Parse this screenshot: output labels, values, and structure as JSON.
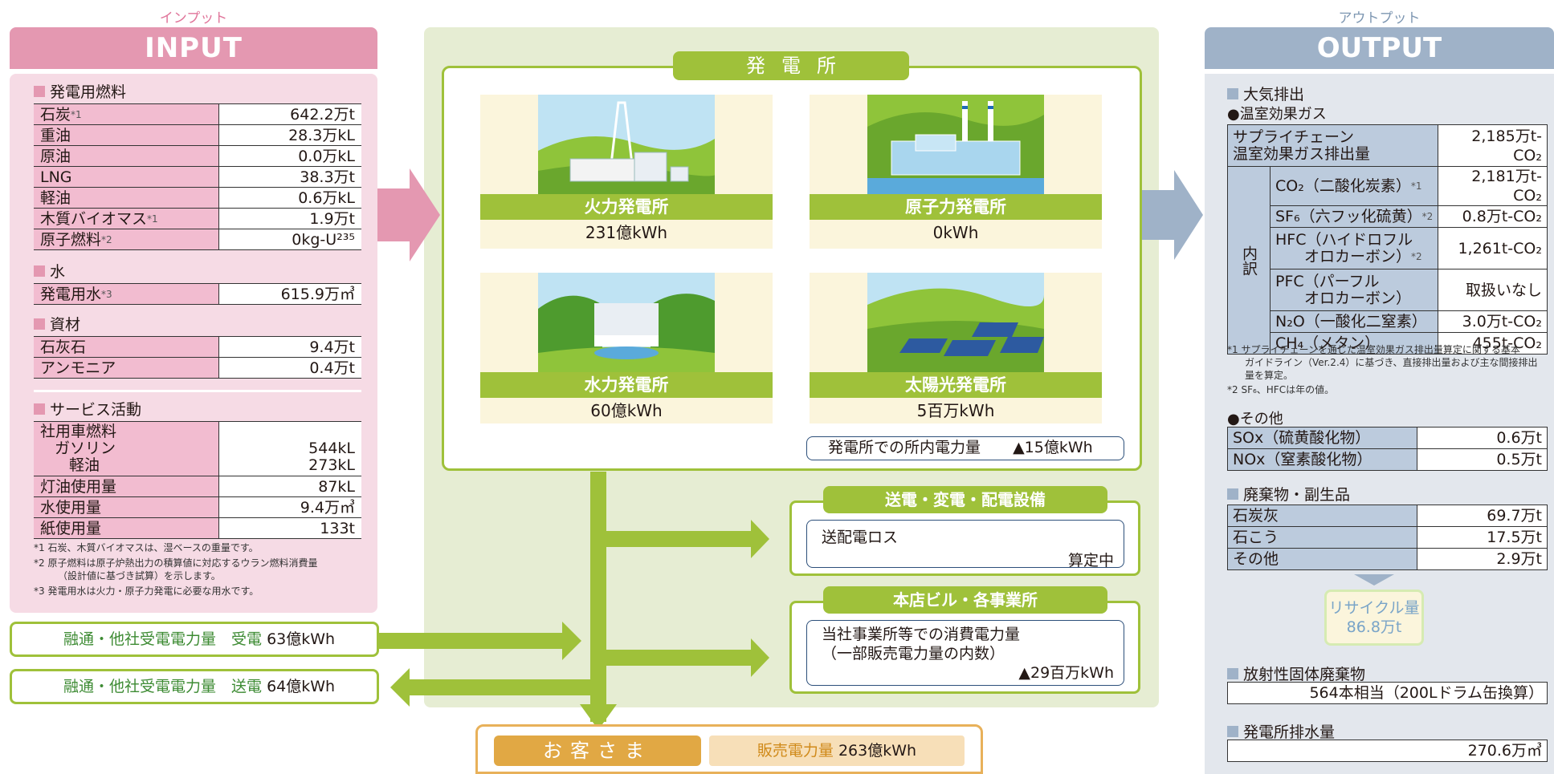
{
  "input": {
    "sub": "インプット",
    "title": "INPUT",
    "fuel": {
      "heading": "発電用燃料",
      "rows": [
        {
          "label": "石炭",
          "mark": "*1",
          "value": "642.2万t"
        },
        {
          "label": "重油",
          "mark": "",
          "value": "28.3万kL"
        },
        {
          "label": "原油",
          "mark": "",
          "value": "0.0万kL"
        },
        {
          "label": "LNG",
          "mark": "",
          "value": "38.3万t"
        },
        {
          "label": "軽油",
          "mark": "",
          "value": "0.6万kL"
        },
        {
          "label": "木質バイオマス",
          "mark": "*1",
          "value": "1.9万t"
        },
        {
          "label": "原子燃料",
          "mark": "*2",
          "value": "0kg-U²³⁵"
        }
      ]
    },
    "water": {
      "heading": "水",
      "rows": [
        {
          "label": "発電用水",
          "mark": "*3",
          "value": "615.9万㎥"
        }
      ]
    },
    "materials": {
      "heading": "資材",
      "rows": [
        {
          "label": "石灰石",
          "value": "9.4万t"
        },
        {
          "label": "アンモニア",
          "value": "0.4万t"
        }
      ]
    },
    "service": {
      "heading": "サービス活動",
      "car_label": "社用車燃料",
      "car_rows": [
        {
          "label": "ガソリン",
          "value": "544kL"
        },
        {
          "label": "軽油",
          "value": "273kL"
        }
      ],
      "rows": [
        {
          "label": "灯油使用量",
          "value": "87kL"
        },
        {
          "label": "水使用量",
          "value": "9.4万㎥"
        },
        {
          "label": "紙使用量",
          "value": "133t"
        }
      ]
    },
    "notes": [
      "*1  石炭、木質バイオマスは、湿ベースの重量です。",
      "*2  原子燃料は原子炉熱出力の積算値に対応するウラン燃料消費量",
      "（設計値に基づき試算）を示します。",
      "*3  発電用水は火力・原子力発電に必要な用水です。"
    ]
  },
  "trade": {
    "receive_label": "融通・他社受電電力量　受電",
    "receive_value": "63億kWh",
    "send_label": "融通・他社受電電力量　送電",
    "send_value": "64億kWh"
  },
  "plants": {
    "title": "発電所",
    "items": [
      {
        "name": "火力発電所",
        "value": "231億kWh"
      },
      {
        "name": "原子力発電所",
        "value": "0kWh"
      },
      {
        "name": "水力発電所",
        "value": "60億kWh"
      },
      {
        "name": "太陽光発電所",
        "value": "5百万kWh"
      }
    ],
    "internal_label": "発電所での所内電力量",
    "internal_value": "▲15億kWh"
  },
  "grid": {
    "title": "送電・変電・配電設備",
    "label": "送配電ロス",
    "value": "算定中"
  },
  "office": {
    "title": "本店ビル・各事業所",
    "line1": "当社事業所等での消費電力量",
    "line2": "（一部販売電力量の内数）",
    "value": "▲29百万kWh"
  },
  "customer": {
    "title": "お客さま",
    "sales_label": "販売電力量",
    "sales_value": "263億kWh"
  },
  "output": {
    "sub": "アウトプット",
    "title": "OUTPUT",
    "air_heading": "大気排出",
    "ghg_heading": "●温室効果ガス",
    "supply_label_1": "サプライチェーン",
    "supply_label_2": "温室効果ガス排出量",
    "supply_value": "2,185万t-CO₂",
    "breakdown_label": "内訳",
    "ghg_rows": [
      {
        "label": "CO₂（二酸化炭素）",
        "mark": "*1",
        "value": "2,181万t-CO₂"
      },
      {
        "label": "SF₆（六フッ化硫黄）",
        "mark": "*2",
        "value": "0.8万t-CO₂"
      },
      {
        "label": "HFC（ハイドロフル",
        "label2": "オロカーボン）",
        "mark": "*2",
        "value": "1,261t-CO₂"
      },
      {
        "label": "PFC（パーフル",
        "label2": "オロカーボン）",
        "mark": "",
        "value": "取扱いなし"
      },
      {
        "label": "N₂O（一酸化二窒素）",
        "mark": "",
        "value": "3.0万t-CO₂"
      },
      {
        "label": "CH₄（メタン）",
        "mark": "",
        "value": "455t-CO₂"
      }
    ],
    "ghg_notes": [
      "*1  サプライチェーンを通じた温室効果ガス排出量算定に関する基本",
      "ガイドライン（Ver.2.4）に基づき、直接排出量および主な間接排出",
      "量を算定。",
      "*2  SF₆、HFCは年の値。"
    ],
    "other_heading": "●その他",
    "other_rows": [
      {
        "label": "SOx（硫黄酸化物）",
        "value": "0.6万t"
      },
      {
        "label": "NOx（窒素酸化物）",
        "value": "0.5万t"
      }
    ],
    "waste_heading": "廃棄物・副生品",
    "waste_rows": [
      {
        "label": "石炭灰",
        "value": "69.7万t"
      },
      {
        "label": "石こう",
        "value": "17.5万t"
      },
      {
        "label": "その他",
        "value": "2.9万t"
      }
    ],
    "recycle_label": "リサイクル量",
    "recycle_value": "86.8万t",
    "radio_heading": "放射性固体廃棄物",
    "radio_value": "564本相当（200Lドラム缶換算）",
    "drain_heading": "発電所排水量",
    "drain_value": "270.6万㎥"
  },
  "colors": {
    "pink": "#e498b1",
    "green": "#9fc13a",
    "blue": "#9fb2c8",
    "orange": "#e8b15a"
  }
}
